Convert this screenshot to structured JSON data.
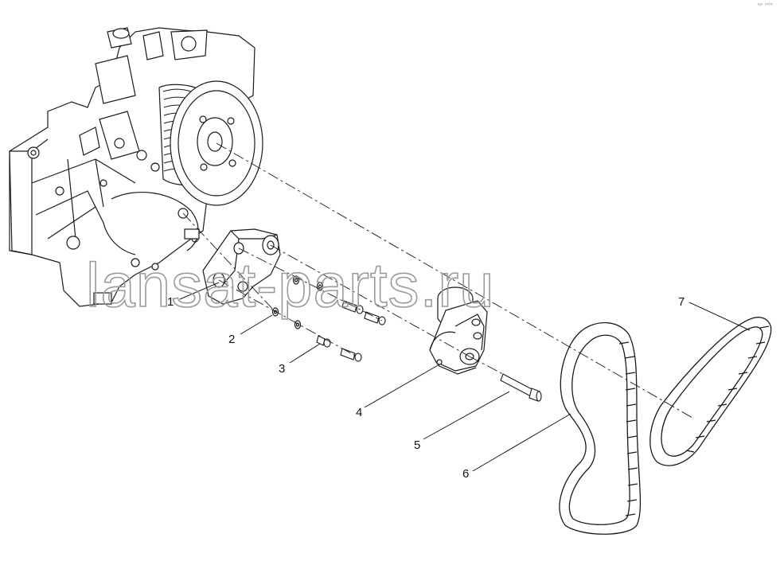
{
  "watermark": "lansat-parts.ru",
  "corner_mark": "ᵉᵖ ᵐᵐ",
  "callouts": [
    {
      "id": "1",
      "label": "1"
    },
    {
      "id": "2",
      "label": "2"
    },
    {
      "id": "3",
      "label": "3"
    },
    {
      "id": "4",
      "label": "4"
    },
    {
      "id": "5",
      "label": "5"
    },
    {
      "id": "6",
      "label": "6"
    },
    {
      "id": "7",
      "label": "7"
    }
  ],
  "colors": {
    "line": "#1a1a1a",
    "fill": "#ffffff",
    "watermark": "#9a9a9a"
  }
}
